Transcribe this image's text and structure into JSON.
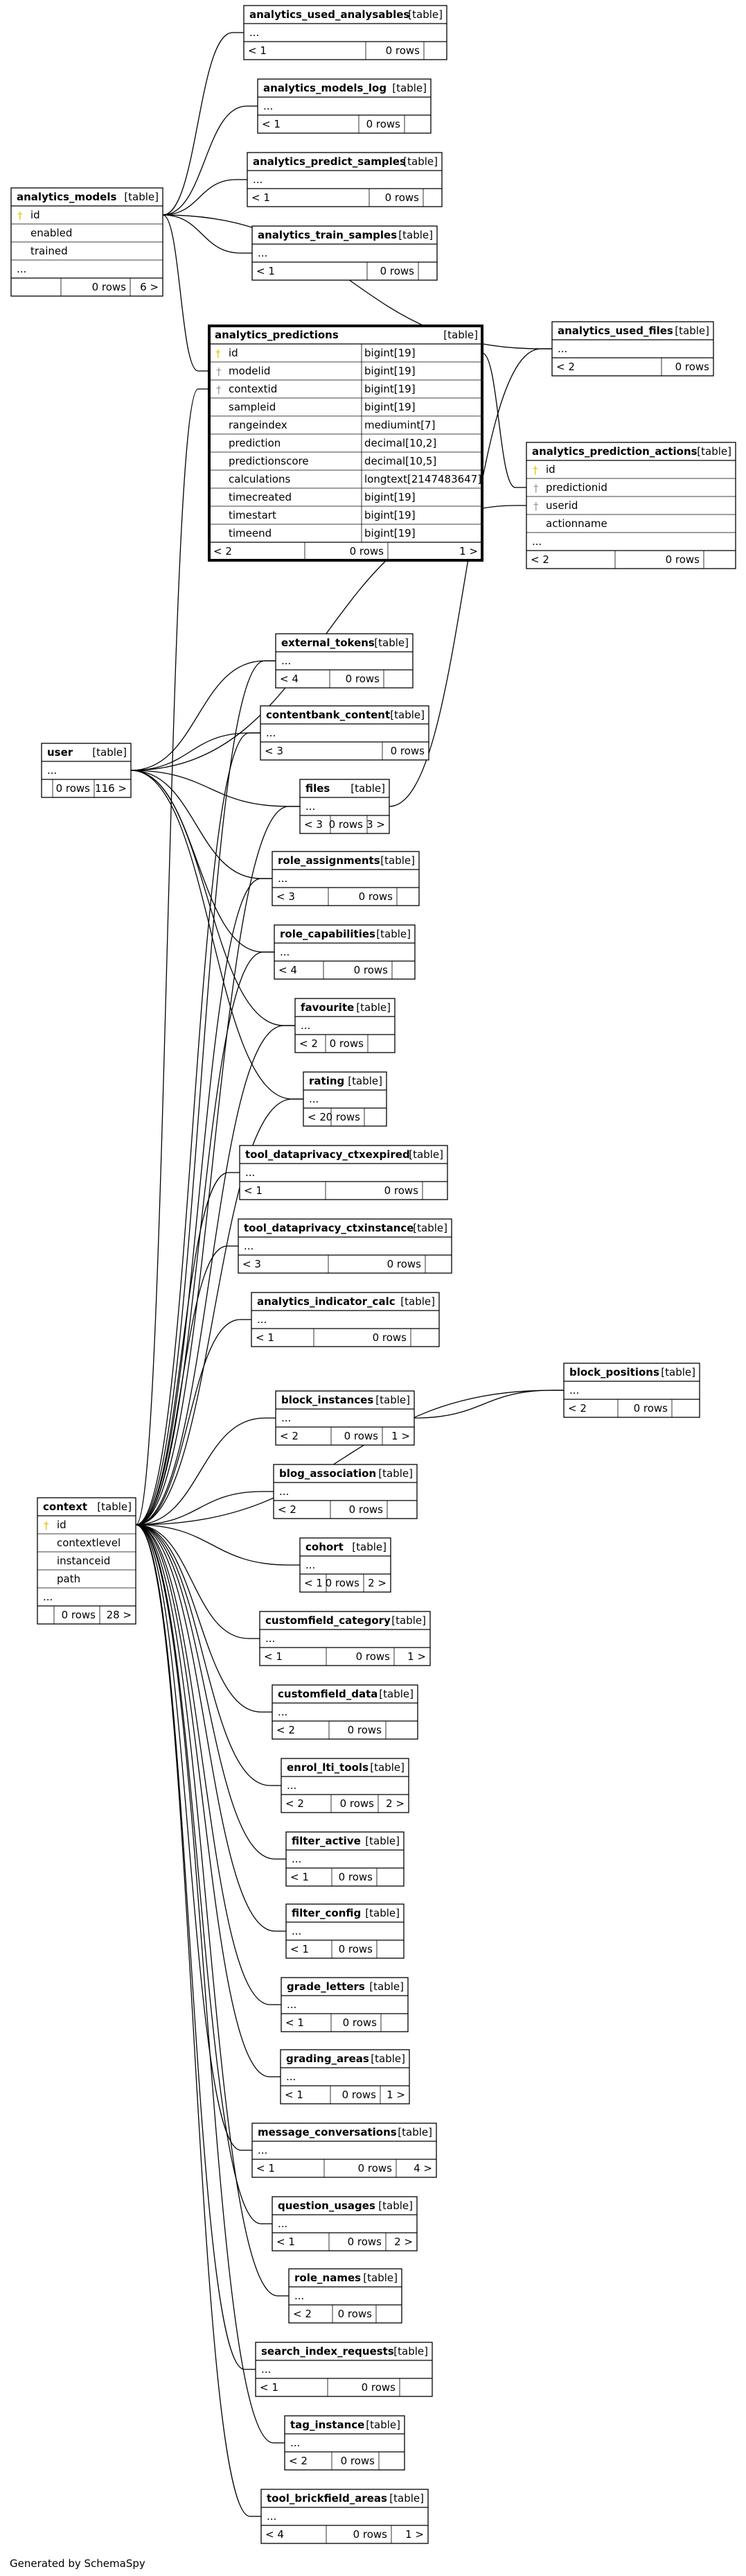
{
  "tables": [
    {
      "key": "aua",
      "name": "analytics_used_analysables",
      "tag": "[table]",
      "rows": [
        "..."
      ],
      "footer": [
        "< 1",
        "0 rows",
        ""
      ]
    },
    {
      "key": "aml",
      "name": "analytics_models_log",
      "tag": "[table]",
      "rows": [
        "..."
      ],
      "footer": [
        "< 1",
        "0 rows",
        ""
      ]
    },
    {
      "key": "aps",
      "name": "analytics_predict_samples",
      "tag": "[table]",
      "rows": [
        "..."
      ],
      "footer": [
        "< 1",
        "0 rows",
        ""
      ]
    },
    {
      "key": "ats",
      "name": "analytics_train_samples",
      "tag": "[table]",
      "rows": [
        "..."
      ],
      "footer": [
        "< 1",
        "0 rows",
        ""
      ]
    },
    {
      "key": "am",
      "name": "analytics_models",
      "tag": "[table]",
      "rows": [
        "id",
        "enabled",
        "trained",
        "..."
      ],
      "footer": [
        "",
        "0 rows",
        "6 >"
      ]
    },
    {
      "key": "auf",
      "name": "analytics_used_files",
      "tag": "[table]",
      "rows": [
        "..."
      ],
      "footer": [
        "< 2",
        "0 rows",
        ""
      ]
    },
    {
      "key": "ap",
      "name": "analytics_predictions",
      "tag": "[table]",
      "rows": [
        "id",
        "modelid",
        "contextid",
        "sampleid",
        "rangeindex",
        "prediction",
        "predictionscore",
        "calculations",
        "timecreated",
        "timestart",
        "timeend"
      ],
      "types": [
        "bigint[19]",
        "bigint[19]",
        "bigint[19]",
        "bigint[19]",
        "mediumint[7]",
        "decimal[10,2]",
        "decimal[10,5]",
        "longtext[2147483647]",
        "bigint[19]",
        "bigint[19]",
        "bigint[19]"
      ],
      "footer": [
        "< 2",
        "0 rows",
        "1 >"
      ]
    },
    {
      "key": "apa",
      "name": "analytics_prediction_actions",
      "tag": "[table]",
      "rows": [
        "id",
        "predictionid",
        "userid",
        "actionname",
        "..."
      ],
      "footer": [
        "< 2",
        "0 rows",
        ""
      ]
    },
    {
      "key": "et",
      "name": "external_tokens",
      "tag": "[table]",
      "rows": [
        "..."
      ],
      "footer": [
        "< 4",
        "0 rows",
        ""
      ]
    },
    {
      "key": "cbc",
      "name": "contentbank_content",
      "tag": "[table]",
      "rows": [
        "..."
      ],
      "footer": [
        "< 3",
        "0 rows",
        ""
      ]
    },
    {
      "key": "user",
      "name": "user",
      "tag": "[table]",
      "rows": [
        "..."
      ],
      "footer": [
        "",
        "0 rows",
        "116 >"
      ]
    },
    {
      "key": "files",
      "name": "files",
      "tag": "[table]",
      "rows": [
        "..."
      ],
      "footer": [
        "< 3",
        "0 rows",
        "3 >"
      ]
    },
    {
      "key": "ra",
      "name": "role_assignments",
      "tag": "[table]",
      "rows": [
        "..."
      ],
      "footer": [
        "< 3",
        "0 rows",
        ""
      ]
    },
    {
      "key": "rc",
      "name": "role_capabilities",
      "tag": "[table]",
      "rows": [
        "..."
      ],
      "footer": [
        "< 4",
        "0 rows",
        ""
      ]
    },
    {
      "key": "fav",
      "name": "favourite",
      "tag": "[table]",
      "rows": [
        "..."
      ],
      "footer": [
        "< 2",
        "0 rows",
        ""
      ]
    },
    {
      "key": "rat",
      "name": "rating",
      "tag": "[table]",
      "rows": [
        "..."
      ],
      "footer": [
        "< 2",
        "0 rows",
        ""
      ]
    },
    {
      "key": "tdce",
      "name": "tool_dataprivacy_ctxexpired",
      "tag": "[table]",
      "rows": [
        "..."
      ],
      "footer": [
        "< 1",
        "0 rows",
        ""
      ]
    },
    {
      "key": "tdci",
      "name": "tool_dataprivacy_ctxinstance",
      "tag": "[table]",
      "rows": [
        "..."
      ],
      "footer": [
        "< 3",
        "0 rows",
        ""
      ]
    },
    {
      "key": "aic",
      "name": "analytics_indicator_calc",
      "tag": "[table]",
      "rows": [
        "..."
      ],
      "footer": [
        "< 1",
        "0 rows",
        ""
      ]
    },
    {
      "key": "bp",
      "name": "block_positions",
      "tag": "[table]",
      "rows": [
        "..."
      ],
      "footer": [
        "< 2",
        "0 rows",
        ""
      ]
    },
    {
      "key": "bi",
      "name": "block_instances",
      "tag": "[table]",
      "rows": [
        "..."
      ],
      "footer": [
        "< 2",
        "0 rows",
        "1 >"
      ]
    },
    {
      "key": "ba",
      "name": "blog_association",
      "tag": "[table]",
      "rows": [
        "..."
      ],
      "footer": [
        "< 2",
        "0 rows",
        ""
      ]
    },
    {
      "key": "ctx",
      "name": "context",
      "tag": "[table]",
      "rows": [
        "id",
        "contextlevel",
        "instanceid",
        "path",
        "..."
      ],
      "footer": [
        "",
        "0 rows",
        "28 >"
      ]
    },
    {
      "key": "coh",
      "name": "cohort",
      "tag": "[table]",
      "rows": [
        "..."
      ],
      "footer": [
        "< 1",
        "0 rows",
        "2 >"
      ]
    },
    {
      "key": "cfc",
      "name": "customfield_category",
      "tag": "[table]",
      "rows": [
        "..."
      ],
      "footer": [
        "< 1",
        "0 rows",
        "1 >"
      ]
    },
    {
      "key": "cfd",
      "name": "customfield_data",
      "tag": "[table]",
      "rows": [
        "..."
      ],
      "footer": [
        "< 2",
        "0 rows",
        ""
      ]
    },
    {
      "key": "elt",
      "name": "enrol_lti_tools",
      "tag": "[table]",
      "rows": [
        "..."
      ],
      "footer": [
        "< 2",
        "0 rows",
        "2 >"
      ]
    },
    {
      "key": "fa",
      "name": "filter_active",
      "tag": "[table]",
      "rows": [
        "..."
      ],
      "footer": [
        "< 1",
        "0 rows",
        ""
      ]
    },
    {
      "key": "fc",
      "name": "filter_config",
      "tag": "[table]",
      "rows": [
        "..."
      ],
      "footer": [
        "< 1",
        "0 rows",
        ""
      ]
    },
    {
      "key": "gl",
      "name": "grade_letters",
      "tag": "[table]",
      "rows": [
        "..."
      ],
      "footer": [
        "< 1",
        "0 rows",
        ""
      ]
    },
    {
      "key": "ga",
      "name": "grading_areas",
      "tag": "[table]",
      "rows": [
        "..."
      ],
      "footer": [
        "< 1",
        "0 rows",
        "1 >"
      ]
    },
    {
      "key": "mc",
      "name": "message_conversations",
      "tag": "[table]",
      "rows": [
        "..."
      ],
      "footer": [
        "< 1",
        "0 rows",
        "4 >"
      ]
    },
    {
      "key": "qu",
      "name": "question_usages",
      "tag": "[table]",
      "rows": [
        "..."
      ],
      "footer": [
        "< 1",
        "0 rows",
        "2 >"
      ]
    },
    {
      "key": "rn",
      "name": "role_names",
      "tag": "[table]",
      "rows": [
        "..."
      ],
      "footer": [
        "< 2",
        "0 rows",
        ""
      ]
    },
    {
      "key": "sir",
      "name": "search_index_requests",
      "tag": "[table]",
      "rows": [
        "..."
      ],
      "footer": [
        "< 1",
        "0 rows",
        ""
      ]
    },
    {
      "key": "ti",
      "name": "tag_instance",
      "tag": "[table]",
      "rows": [
        "..."
      ],
      "footer": [
        "< 2",
        "0 rows",
        ""
      ]
    },
    {
      "key": "tba",
      "name": "tool_brickfield_areas",
      "tag": "[table]",
      "rows": [
        "..."
      ],
      "footer": [
        "< 4",
        "0 rows",
        "1 >"
      ]
    }
  ],
  "footer_text": "Generated by SchemaSpy",
  "colors": {
    "line": "#000000",
    "pk_key": "#e6c200",
    "fk_key": "#999999",
    "background": "#ffffff"
  }
}
